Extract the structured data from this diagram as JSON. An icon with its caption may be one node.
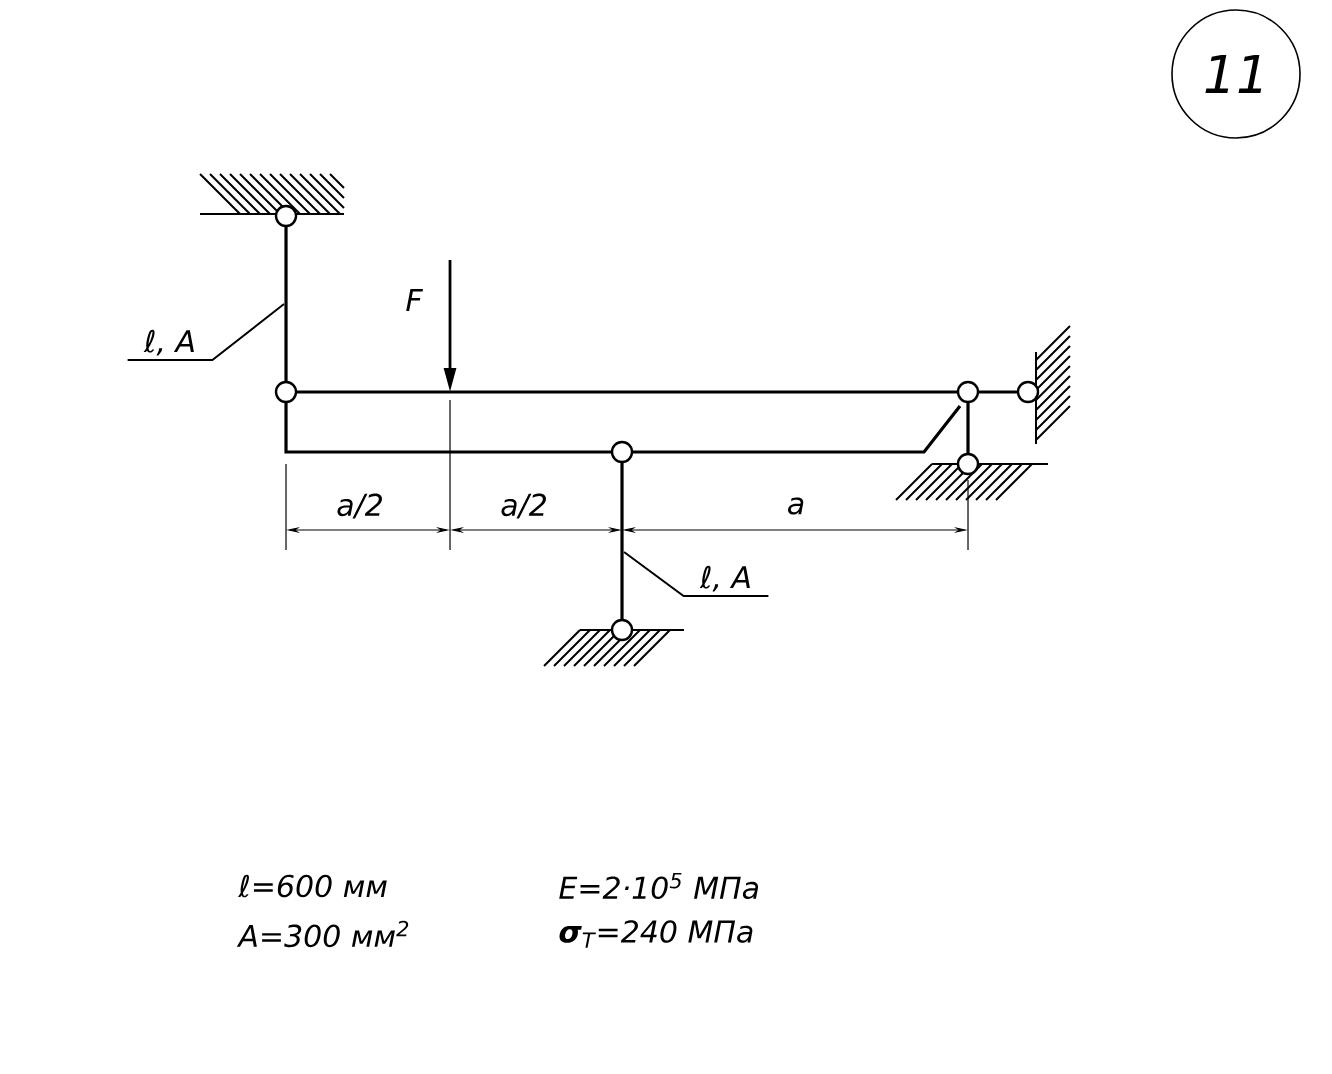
{
  "diagram": {
    "nodes": [
      {
        "text": [
          "11"
        ]
      },
      {
        "text": [
          "ℓ, A"
        ]
      },
      {
        "text": [
          "ℓ, A"
        ]
      },
      {
        "text": [],
        "shape": "bar"
      },
      {
        "text": [],
        "shape": "bar"
      }
    ],
    "edges": [
      {
        "from": 1,
        "to": 3,
        "arrow": "none"
      },
      {
        "from": 2,
        "to": 4,
        "arrow": "none"
      }
    ],
    "labels": [
      "F",
      "a/2",
      "a/2",
      "a",
      "ℓ=600 мм",
      "E=2·10$^{5}$ МПа",
      "A=300 мм$^{2}$",
      "**σ**$_{T}$=240 МПа"
    ]
  }
}
